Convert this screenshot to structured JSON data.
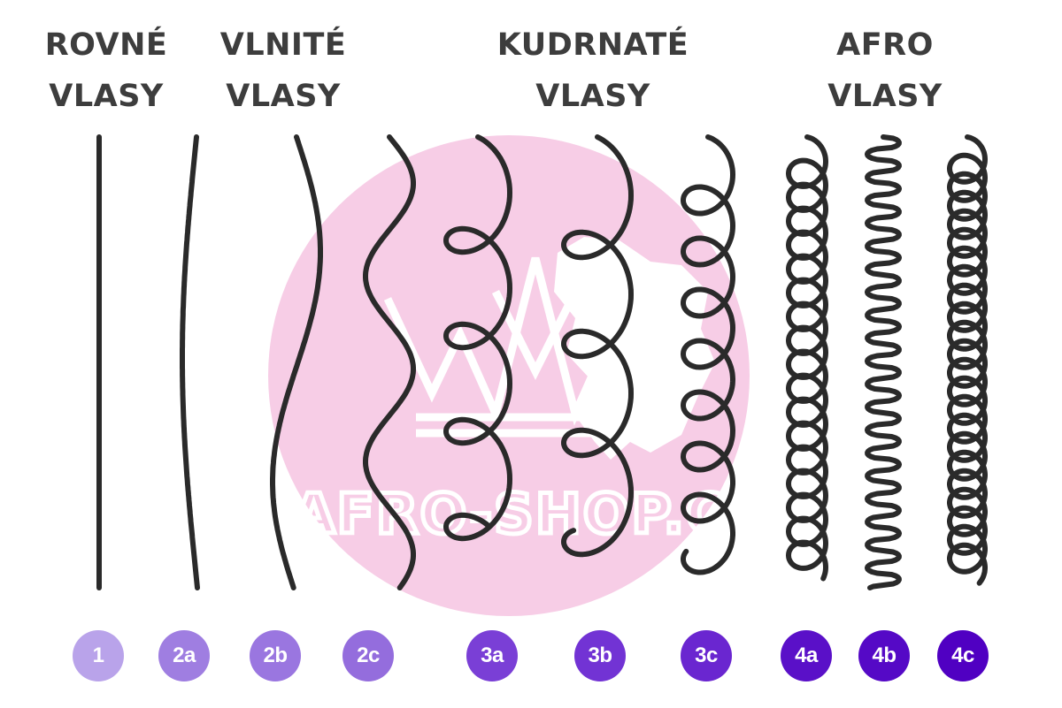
{
  "headings": [
    {
      "line1": "ROVNÉ",
      "line2": "VLASY"
    },
    {
      "line1": "VLNITÉ",
      "line2": "VLASY"
    },
    {
      "line1": "KUDRNATÉ",
      "line2": "VLASY"
    },
    {
      "line1": "AFRO",
      "line2": "VLASY"
    }
  ],
  "watermark": {
    "text": "AFRO-SHOP.CZ",
    "circle_color": "#f7cde6",
    "mark_color": "#ffffff"
  },
  "hair_types": [
    {
      "label": "1",
      "badge_color": "#b9a3ea",
      "pattern": "straight"
    },
    {
      "label": "2a",
      "badge_color": "#9f7ee1",
      "pattern": "slight-wave"
    },
    {
      "label": "2b",
      "badge_color": "#9a76e0",
      "pattern": "wave"
    },
    {
      "label": "2c",
      "badge_color": "#946ddd",
      "pattern": "strong-wave"
    },
    {
      "label": "3a",
      "badge_color": "#7a3fd6",
      "pattern": "large-loops"
    },
    {
      "label": "3b",
      "badge_color": "#7233d4",
      "pattern": "medium-loops"
    },
    {
      "label": "3c",
      "badge_color": "#6a26d0",
      "pattern": "small-loops"
    },
    {
      "label": "4a",
      "badge_color": "#5a10c8",
      "pattern": "tight-coils"
    },
    {
      "label": "4b",
      "badge_color": "#5509c6",
      "pattern": "zigzag"
    },
    {
      "label": "4c",
      "badge_color": "#5000c2",
      "pattern": "dense-coils"
    }
  ],
  "stroke_color": "#2a2a2a"
}
